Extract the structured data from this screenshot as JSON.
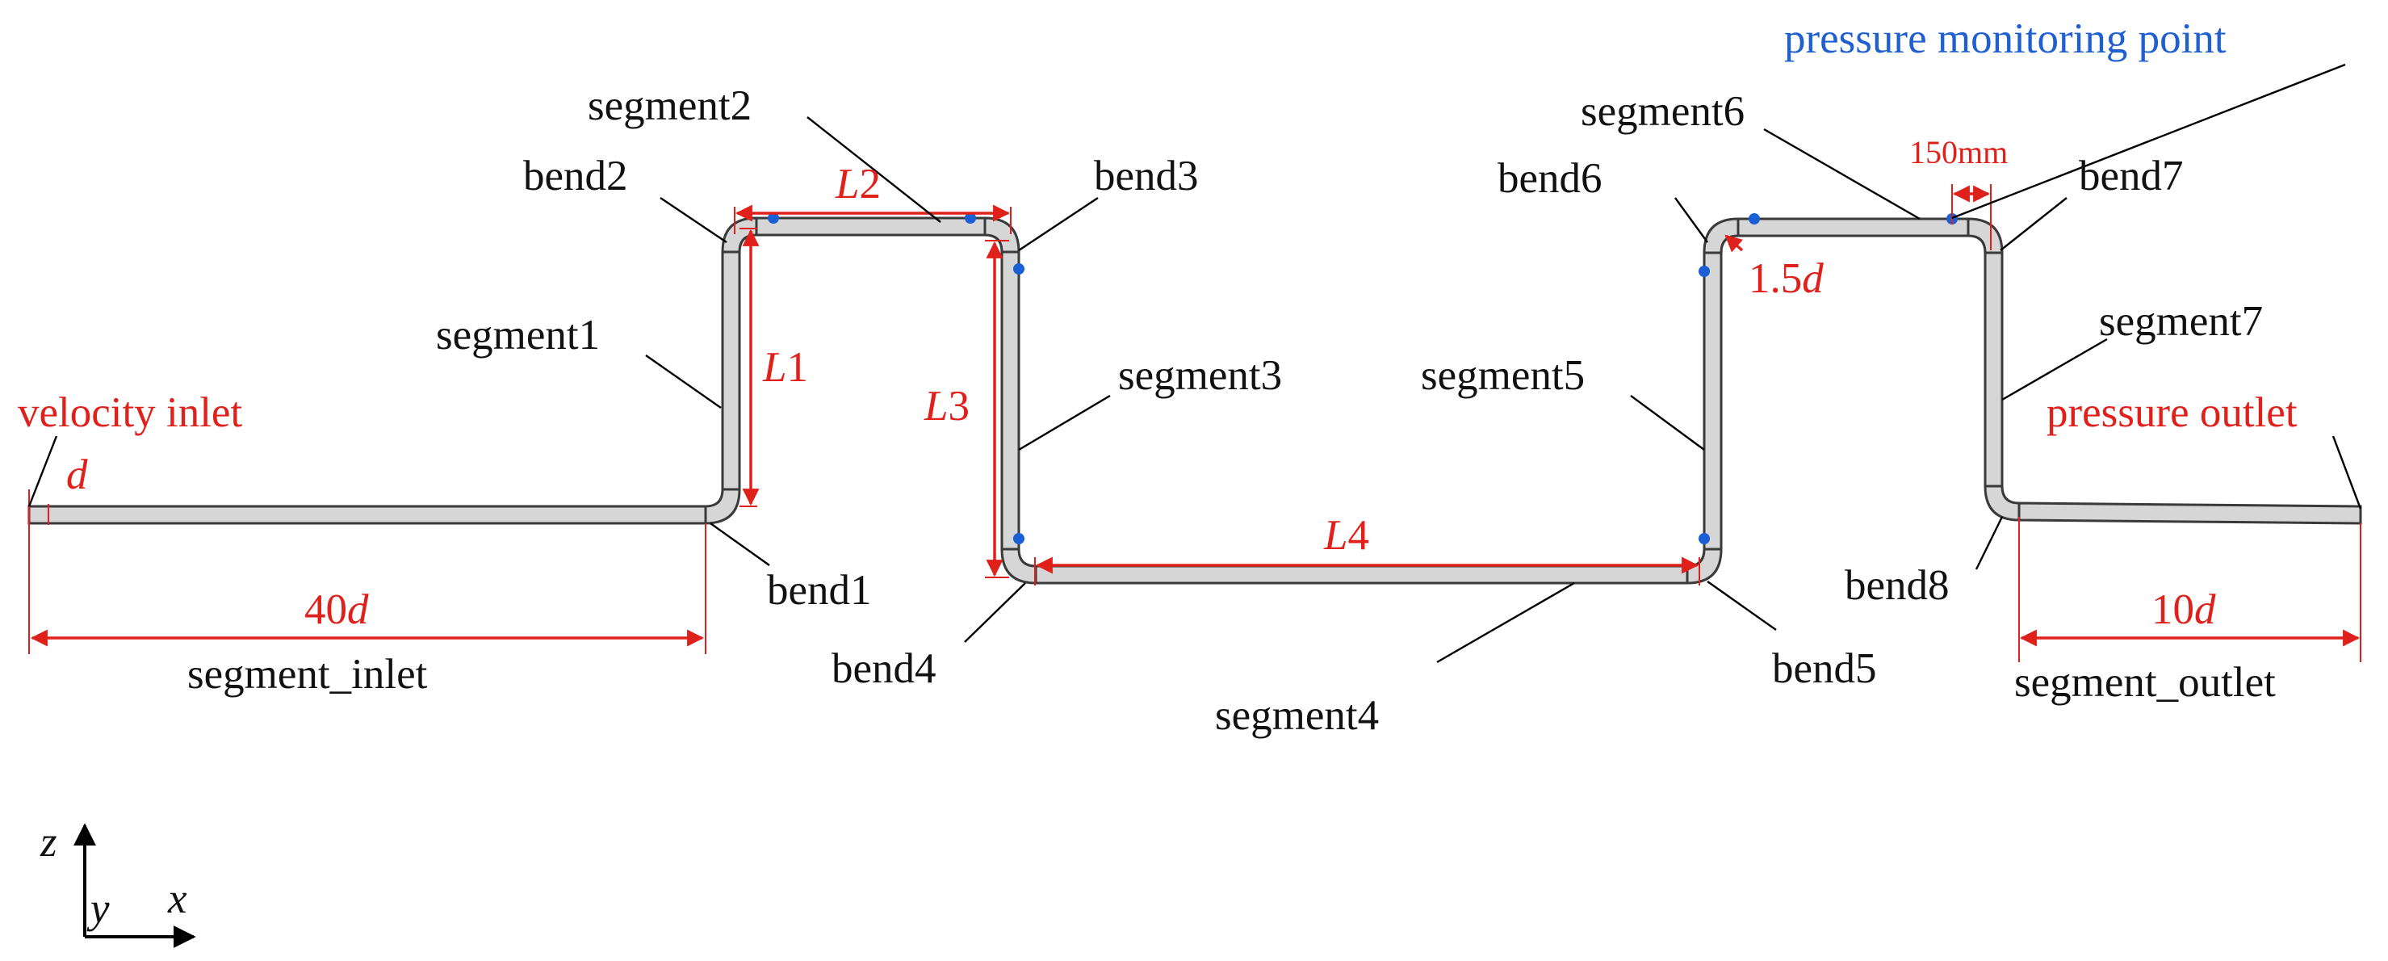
{
  "colors": {
    "pipe_fill": "#d6d6d6",
    "pipe_outline": "#3a3a3a",
    "dimension": "#e0201a",
    "monitoring_point": "#1a5fd6",
    "monitor_label": "#1f5fd0"
  },
  "labels": {
    "velocity_inlet": "velocity inlet",
    "pressure_outlet": "pressure outlet",
    "pressure_monitoring_point": "pressure monitoring point",
    "segment_inlet": "segment_inlet",
    "segment_outlet": "segment_outlet",
    "segment1": "segment1",
    "segment2": "segment2",
    "segment3": "segment3",
    "segment4": "segment4",
    "segment5": "segment5",
    "segment6": "segment6",
    "segment7": "segment7",
    "bend1": "bend1",
    "bend2": "bend2",
    "bend3": "bend3",
    "bend4": "bend4",
    "bend5": "bend5",
    "bend6": "bend6",
    "bend7": "bend7",
    "bend8": "bend8"
  },
  "dimensions": {
    "d": "d",
    "inlet_length_num": "40",
    "inlet_length_unit": "d",
    "outlet_length_num": "10",
    "outlet_length_unit": "d",
    "bend_radius_num": "1.5",
    "bend_radius_unit": "d",
    "L1": {
      "letter": "L",
      "num": "1"
    },
    "L2": {
      "letter": "L",
      "num": "2"
    },
    "L3": {
      "letter": "L",
      "num": "3"
    },
    "L4": {
      "letter": "L",
      "num": "4"
    },
    "offset": "150mm"
  },
  "axes": {
    "z": "z",
    "y": "y",
    "x": "x"
  }
}
